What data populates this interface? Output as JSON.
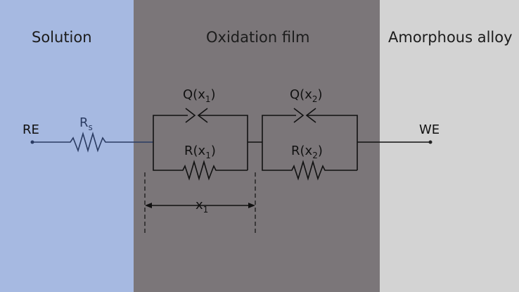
{
  "regions": {
    "solution": "Solution",
    "film": "Oxidation film",
    "alloy": "Amorphous alloy"
  },
  "terminals": {
    "left": "RE",
    "right": "WE"
  },
  "components": {
    "rs": {
      "base": "R",
      "sub": "s"
    },
    "q1": {
      "base": "Q(x",
      "sub": "1",
      "tail": ")"
    },
    "r1": {
      "base": "R(x",
      "sub": "1",
      "tail": ")"
    },
    "q2": {
      "base": "Q(x",
      "sub": "2",
      "tail": ")"
    },
    "r2": {
      "base": "R(x",
      "sub": "2",
      "tail": ")"
    }
  },
  "dimension": {
    "base": "x",
    "sub": "1"
  },
  "colors": {
    "solution_bg": "#a6b9e1",
    "film_bg": "#7b7679",
    "alloy_bg": "#d3d3d3",
    "wire_solution": "#2a3b62",
    "wire_film": "#111111"
  }
}
